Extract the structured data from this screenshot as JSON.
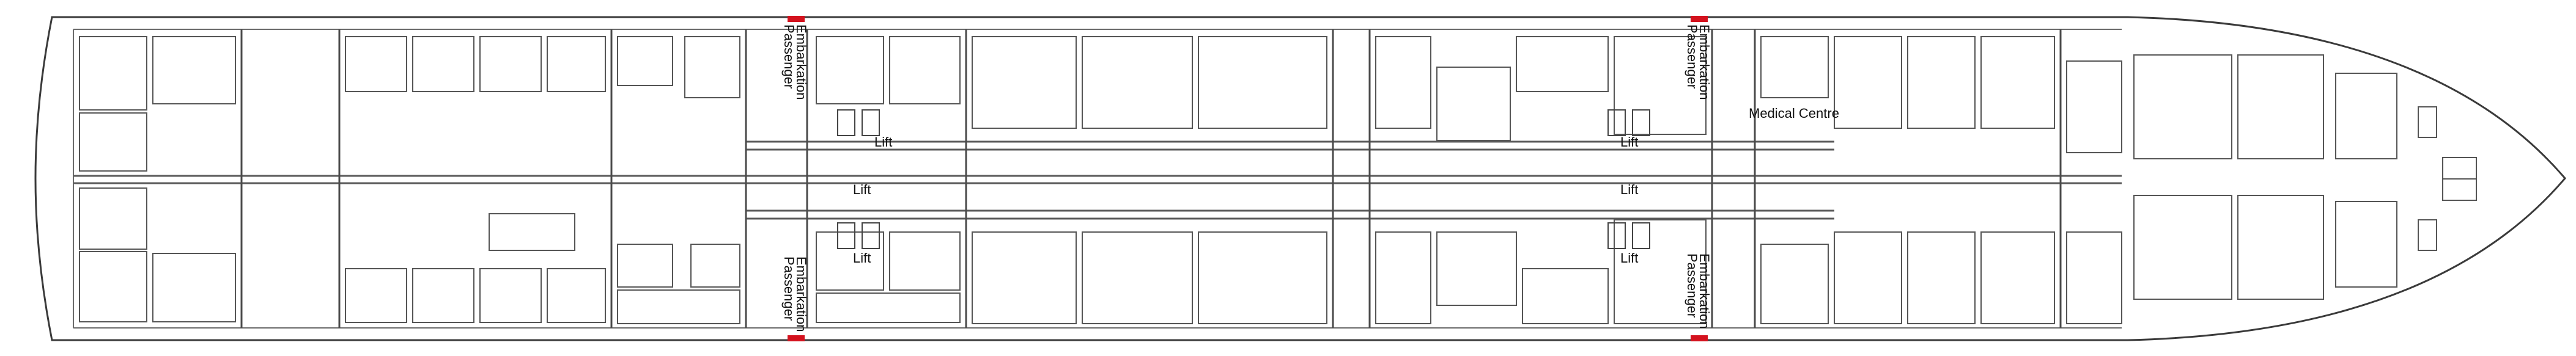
{
  "labels": {
    "passenger_embarkation_line1": "Passenger",
    "passenger_embarkation_line2": "Embarkation",
    "lift": "Lift",
    "medical_centre": "Medical Centre"
  },
  "colors": {
    "outline": "#3a3a3a",
    "walls": "#5a5a5a",
    "embarkation_marker": "#d4121e",
    "background": "#ffffff"
  }
}
